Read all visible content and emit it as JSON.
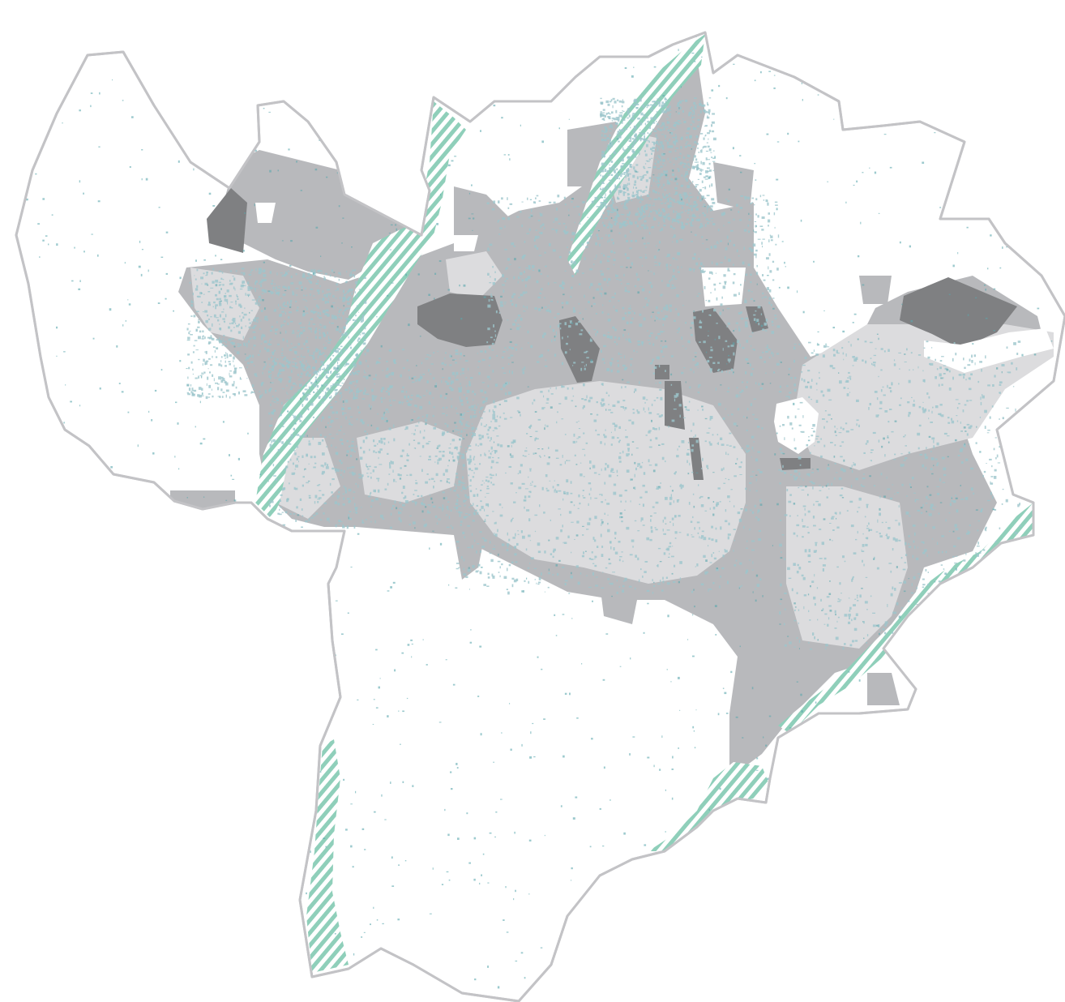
{
  "map": {
    "background_color": "#ffffff",
    "colors": {
      "boundary_stroke": "#c3c3c6",
      "urban_grey": "#b8b9bc",
      "built_light": "#dcdcde",
      "industrial_dark": "#7f8082",
      "green_corridor_hatch": "#8fcfba",
      "building_teal": "#9cc6cc",
      "speck_teal": "#5aa6ae"
    },
    "layers": [
      {
        "id": "municipal-boundary",
        "style": "outline"
      },
      {
        "id": "urban-area",
        "style": "fill"
      },
      {
        "id": "historic-center",
        "style": "fill"
      },
      {
        "id": "industrial-zones",
        "style": "fill"
      },
      {
        "id": "green-corridors",
        "style": "hatch"
      },
      {
        "id": "buildings",
        "style": "dots"
      }
    ]
  }
}
